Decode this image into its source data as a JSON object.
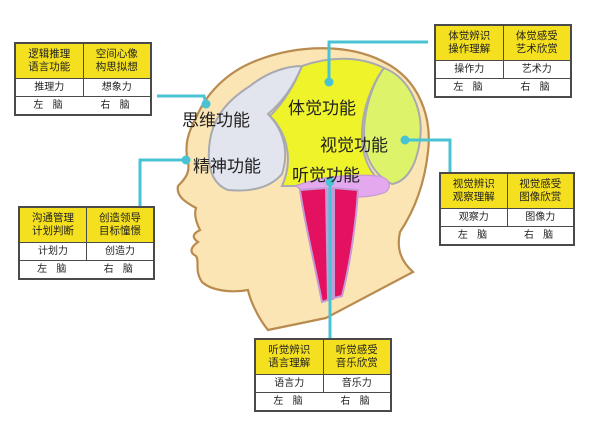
{
  "head_labels": {
    "thinking": "思维功能",
    "spirit": "精神功能",
    "body_sense": "体觉功能",
    "vision": "视觉功能",
    "hearing": "听觉功能"
  },
  "boxes": {
    "thinking": {
      "left_top": [
        "逻辑推理",
        "语言功能"
      ],
      "right_top": [
        "空间心像",
        "构思拟想"
      ],
      "left_ability": "推理力",
      "right_ability": "想象力",
      "left_brain": "左 脑",
      "right_brain": "右 脑"
    },
    "body_sense": {
      "left_top": [
        "体觉辨识",
        "操作理解"
      ],
      "right_top": [
        "体觉感受",
        "艺术欣赏"
      ],
      "left_ability": "操作力",
      "right_ability": "艺术力",
      "left_brain": "左 脑",
      "right_brain": "右 脑"
    },
    "vision": {
      "left_top": [
        "视觉辨识",
        "观察理解"
      ],
      "right_top": [
        "视觉感受",
        "图像欣赏"
      ],
      "left_ability": "观察力",
      "right_ability": "图像力",
      "left_brain": "左 脑",
      "right_brain": "右 脑"
    },
    "spirit": {
      "left_top": [
        "沟通管理",
        "计划判断"
      ],
      "right_top": [
        "创造领导",
        "目标憧憬"
      ],
      "left_ability": "计划力",
      "right_ability": "创造力",
      "left_brain": "左 脑",
      "right_brain": "右 脑"
    },
    "hearing": {
      "left_top": [
        "听觉辨识",
        "语言理解"
      ],
      "right_top": [
        "听觉感受",
        "音乐欣赏"
      ],
      "left_ability": "语言力",
      "right_ability": "音乐力",
      "left_brain": "左 脑",
      "right_brain": "右 脑"
    }
  },
  "colors": {
    "header_yellow": "#f4e01f",
    "connector": "#49c3d3",
    "skin": "#fbe5b4",
    "outline": "#b98b4f",
    "thinking_lobe": "#e2e4ee",
    "body_sense_lobe": "#eef32a",
    "vision_lobe": "#dcf36a",
    "hearing_lobe": "#e4a8ee",
    "brainstem": "#e3115f",
    "brainstem_edge": "#c69ad6"
  }
}
